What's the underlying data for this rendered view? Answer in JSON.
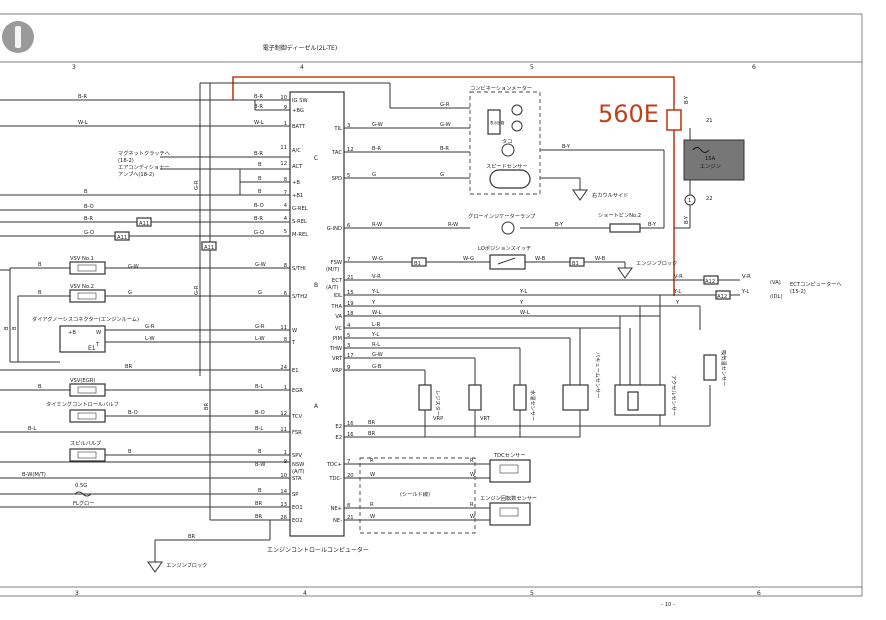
{
  "header": {
    "title": "電子制御ディーゼル(2L-TE)",
    "page_number": "- 10 -",
    "grid_top": [
      "3",
      "4",
      "5",
      "6"
    ],
    "grid_bottom": [
      "3",
      "4",
      "5",
      "6"
    ]
  },
  "annotation": {
    "label": "560E",
    "color": "#c0401a"
  },
  "ecu": {
    "name": "エンジンコントロールコンピューター",
    "left_pins": [
      {
        "num": "10",
        "name": "IG SW"
      },
      {
        "num": "9",
        "name": "+BG"
      },
      {
        "num": "1",
        "name": "BATT"
      },
      {
        "num": "11",
        "name": "A/C"
      },
      {
        "num": "12",
        "name": "ACT"
      },
      {
        "num": "8",
        "name": "+B"
      },
      {
        "num": "7",
        "name": "+B1"
      },
      {
        "num": "4",
        "name": "G-REL"
      },
      {
        "num": "4",
        "name": "S-REL"
      },
      {
        "num": "5",
        "name": "M-REL"
      },
      {
        "num": "8",
        "name": "S/THI"
      },
      {
        "num": "6",
        "name": "S/TH2"
      },
      {
        "num": "11",
        "name": "W"
      },
      {
        "num": "8",
        "name": "T"
      },
      {
        "num": "24",
        "name": "E1"
      },
      {
        "num": "1",
        "name": "EGR"
      },
      {
        "num": "12",
        "name": "TCV"
      },
      {
        "num": "11",
        "name": "FSR"
      },
      {
        "num": "1",
        "name": "SPV"
      },
      {
        "num": "9",
        "name": "NSW"
      },
      {
        "num": "10",
        "name": "STA"
      },
      {
        "num": "14",
        "name": "SP"
      },
      {
        "num": "13",
        "name": "EO1"
      },
      {
        "num": "26",
        "name": "EO2"
      }
    ],
    "right_pins": [
      {
        "num": "3",
        "name": "TIL"
      },
      {
        "num": "12",
        "name": "TAC"
      },
      {
        "num": "5",
        "name": "SPD"
      },
      {
        "num": "6",
        "name": "G-IND"
      },
      {
        "num": "7",
        "name": "FSW"
      },
      {
        "num": "21",
        "name": "ECT"
      },
      {
        "num": "15",
        "name": "IDL"
      },
      {
        "num": "19",
        "name": "THA"
      },
      {
        "num": "18",
        "name": "VA"
      },
      {
        "num": "4",
        "name": "VC"
      },
      {
        "num": "5",
        "name": "PIM"
      },
      {
        "num": "3",
        "name": "THW"
      },
      {
        "num": "17",
        "name": "VRT"
      },
      {
        "num": "9",
        "name": "VRP"
      },
      {
        "num": "16",
        "name": "E2"
      },
      {
        "num": "16",
        "name": "E2"
      },
      {
        "num": "7",
        "name": "TDC+"
      },
      {
        "num": "20",
        "name": "TDC-"
      },
      {
        "num": "8",
        "name": "NE+"
      },
      {
        "num": "21",
        "name": "NE-"
      }
    ],
    "connector_labels": [
      "C",
      "B",
      "A"
    ],
    "nsw_sub": "(A/T)",
    "fsw_sub": "(M/T)",
    "ect_sub": "(A/T)"
  },
  "left_wires": [
    {
      "color": "B-R"
    },
    {
      "color": "W-L"
    },
    {
      "color": "B"
    },
    {
      "color": "B-O"
    },
    {
      "color": "B-R"
    },
    {
      "color": "G-O"
    },
    {
      "color": "B"
    },
    {
      "color": "B"
    },
    {
      "color": "B"
    },
    {
      "color": "BR"
    },
    {
      "color": "B-L"
    },
    {
      "color": "B"
    },
    {
      "color": "B-W(M/T)"
    }
  ],
  "left_notes": {
    "magnet_clutch": "マグネットクラッチへ",
    "magnet_clutch_ref": "(18-2)",
    "aircon_amp": "エアコンディショナー",
    "aircon_amp2": "アンプへ(18-2)",
    "fuse_label": "0.5G",
    "fl_glow": "FLグロー"
  },
  "left_components": {
    "vsv1": "VSV No.1",
    "vsv2": "VSV No.2",
    "diag": "ダイアグノーシスコネクター(エンジンルーム)",
    "e1": "E1",
    "diag_pins": [
      "+B",
      "W",
      "T"
    ],
    "vsv_egr": "VSV(EGR)",
    "timing": "タイミングコントロールバルブ",
    "spill": "スピルバルブ"
  },
  "wire_labels": {
    "gr": "G-R",
    "bw": "B-W",
    "gw": "G-W",
    "g": "G",
    "lw": "L-W",
    "br": "BR",
    "bl": "B-L",
    "bo": "B-O",
    "rw": "R-W",
    "by": "B-Y",
    "wg": "W-G",
    "wb": "W-B",
    "vr": "V-R",
    "yl": "Y-L",
    "y": "Y",
    "wl": "W-L",
    "lr": "L-R",
    "rl": "R-L",
    "r": "R",
    "w": "W",
    "gb": "G-B",
    "br2": "B-R",
    "b": "B"
  },
  "connectors": {
    "a11": "A11",
    "b1": "B1",
    "a12": "A12"
  },
  "right_components": {
    "combo_meter": "コンビネーションメーター",
    "tacho": "タコ",
    "speed_sensor": "スピードセンサー",
    "warning_label": "表示回路",
    "cowl_side": "右カウルサイド",
    "glow_lamp": "グローインジケーターランプ",
    "short_pin": "ショートピンNo.2",
    "lo_switch": "LOポジションスイッチ",
    "engine_block": "エンジンブロック",
    "ect_comp": "ECTコンピューターへ",
    "ect_comp_ref": "(15-2)",
    "va_label": "(VA)",
    "idl_label": "(IDL)",
    "fuse15a": "15A",
    "fuse15a_sub": "エンジン",
    "resistor_vrp": "レジスター",
    "vrp": "VRP",
    "vrt": "VRT",
    "water_temp": "水温センサー",
    "vac_sensor": "バキュームセンサー",
    "accel_sensor": "アクセルセンサー",
    "intake_temp": "吸気温センサー",
    "tdc_sensor": "TDCセンサー",
    "ne_sensor": "エンジン回転数センサー",
    "shield": "(シールド線)",
    "pin21": "21",
    "pin22": "22",
    "pin1": "1"
  }
}
